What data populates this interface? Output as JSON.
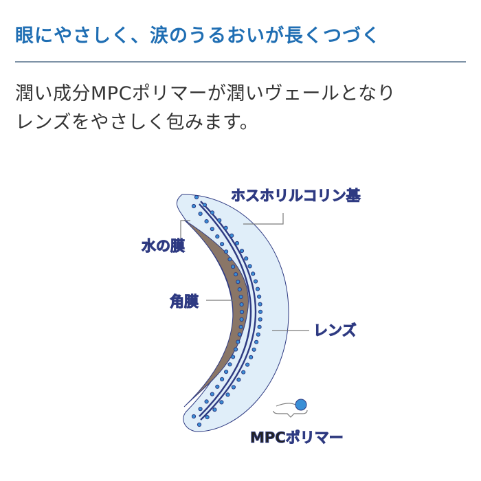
{
  "header": {
    "title": "眼にやさしく、涙のうるおいが長くつづく",
    "title_color": "#1f6eb3",
    "rule_color": "#7f93a7"
  },
  "intro": {
    "lines": [
      "潤い成分MPCポリマーが潤いヴェールとなり",
      "レンズをやさしく包みます。"
    ]
  },
  "diagram": {
    "labels": {
      "base_material": "ホスホリルコリン基",
      "water_film": "水の膜",
      "cornea": "角膜",
      "lens": "レンズ",
      "mpc_polymer": "MPCポリマー"
    },
    "colors": {
      "water": "#e0eef9",
      "cornea": "#8a7667",
      "lens": "#2e3a82",
      "dots": "#3a8fd6",
      "leader": "#7a7a7a"
    }
  }
}
